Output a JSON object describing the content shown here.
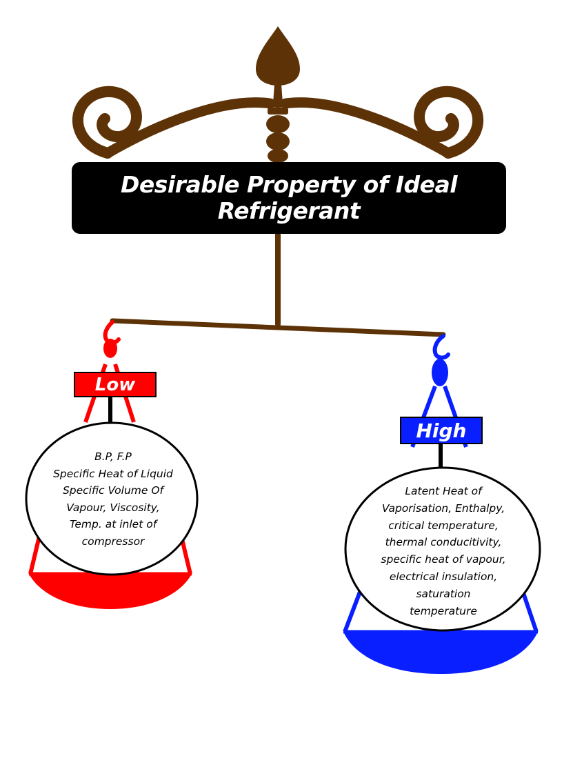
{
  "title": {
    "line1": "Desirable Property of Ideal",
    "line2": "Refrigerant"
  },
  "low": {
    "label": "Low",
    "items": [
      "B.P, F.P",
      "Specific Heat of Liquid",
      "Specific Volume Of",
      "Vapour, Viscosity,",
      "Temp. at inlet of",
      "compressor"
    ]
  },
  "high": {
    "label": "High",
    "items": [
      "Latent Heat of",
      "Vaporisation, Enthalpy,",
      "critical temperature,",
      "thermal conducitivity,",
      "specific heat of vapour,",
      "electrical insulation,",
      "saturation",
      "temperature"
    ]
  },
  "colors": {
    "frame": "#5c3206",
    "low": "#ff0000",
    "high": "#0a1fff",
    "title_bg": "#000000",
    "title_text": "#ffffff"
  }
}
